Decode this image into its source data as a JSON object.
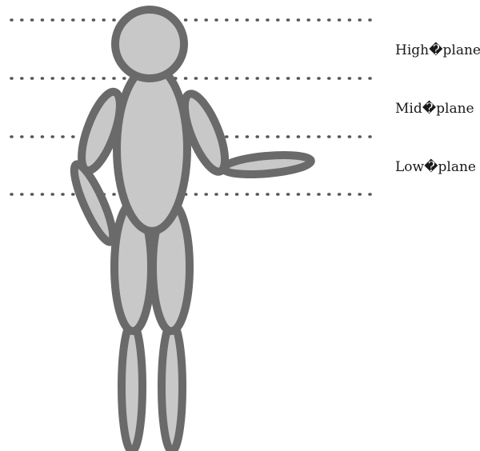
{
  "planes": [
    {
      "key": "high",
      "label": "High�plane"
    },
    {
      "key": "mid",
      "label": "Mid�plane"
    },
    {
      "key": "low",
      "label": "Low�plane"
    }
  ],
  "colors": {
    "figure_fill": "#c8c8c8",
    "figure_stroke": "#6a6a6a",
    "dash_line": "#555555",
    "label_text": "#1a1a1a",
    "background": "#ffffff"
  }
}
